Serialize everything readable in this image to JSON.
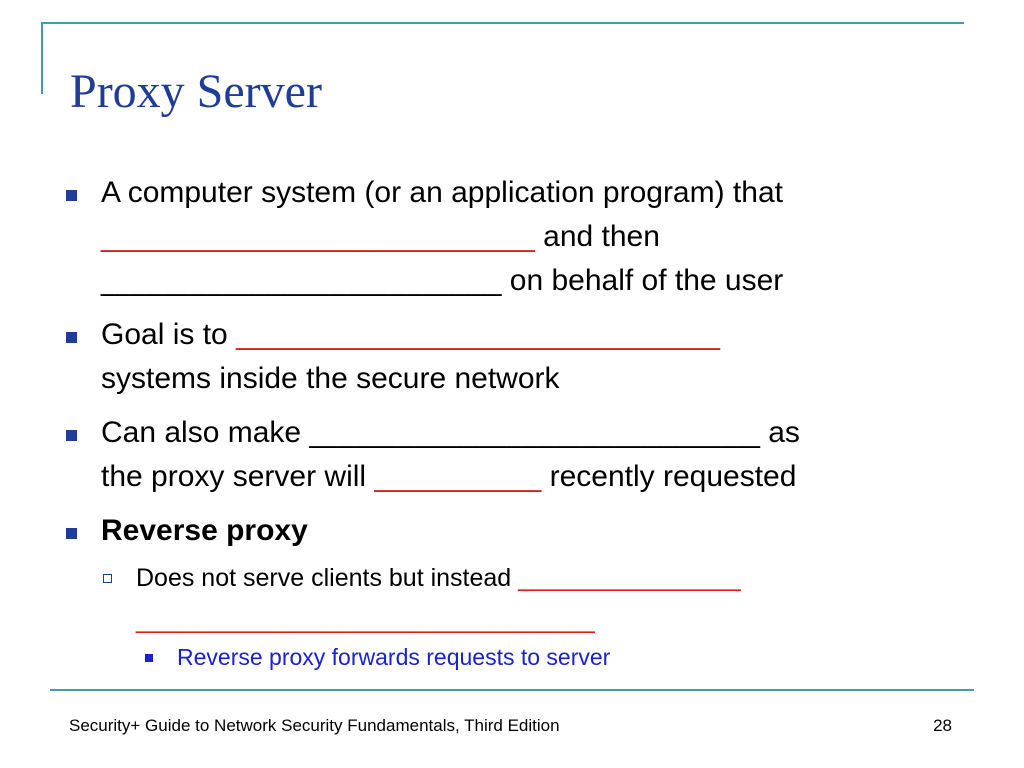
{
  "title": "Proxy Server",
  "bullets": [
    {
      "lines": [
        [
          {
            "text": "A computer system (or an application program) that",
            "style": "plain"
          }
        ],
        [
          {
            "text": "__________________________",
            "style": "blank"
          },
          {
            "text": " and then",
            "style": "plain"
          }
        ],
        [
          {
            "text": "________________________ on behalf of the user",
            "style": "plain"
          }
        ]
      ]
    },
    {
      "lines": [
        [
          {
            "text": "Goal is to ",
            "style": "plain"
          },
          {
            "text": "_____________________________",
            "style": "blank"
          }
        ],
        [
          {
            "text": "systems inside the secure network",
            "style": "plain"
          }
        ]
      ]
    },
    {
      "lines": [
        [
          {
            "text": "Can also make ___________________________ as",
            "style": "plain"
          }
        ],
        [
          {
            "text": "the proxy server will ",
            "style": "plain"
          },
          {
            "text": "__________",
            "style": "blank"
          },
          {
            "text": " recently requested",
            "style": "plain"
          }
        ]
      ]
    },
    {
      "lines": [
        [
          {
            "text": "Reverse proxy",
            "style": "bold"
          }
        ]
      ]
    }
  ],
  "sub_bullet": {
    "lines": [
      [
        {
          "text": "Does not serve clients but instead ",
          "style": "plain"
        },
        {
          "text": "________________",
          "style": "blank"
        }
      ],
      [
        {
          "text": "_________________________________",
          "style": "blank"
        }
      ]
    ]
  },
  "subsub_bullet": {
    "text": "Reverse proxy forwards requests to server"
  },
  "footer": {
    "source": "Security+ Guide to Network Security Fundamentals, Third Edition",
    "page_number": "28"
  },
  "colors": {
    "title": "#1f3d96",
    "frame": "#3f9ea8",
    "blank": "#e01b1b",
    "level3": "#1a22cc"
  }
}
